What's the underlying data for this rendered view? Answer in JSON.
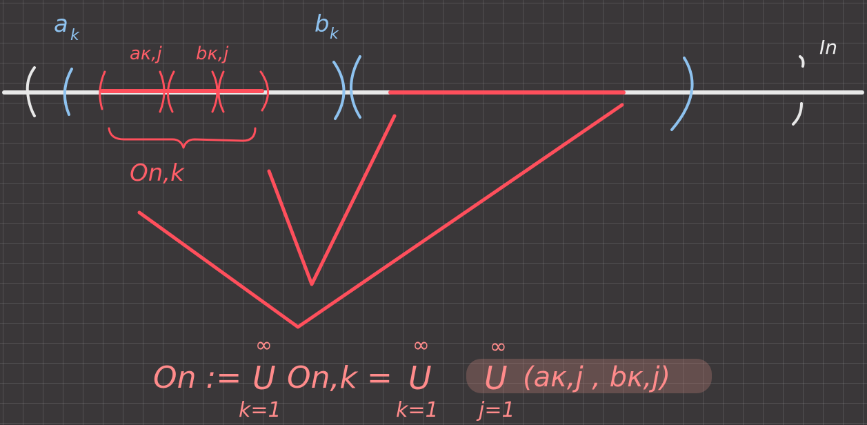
{
  "labels": {
    "a_k": "a",
    "a_k_sub": "k",
    "b_k": "b",
    "b_k_sub": "k",
    "I_n": "In",
    "a_kj": "aκ,j",
    "b_kj": "bκ,j",
    "O_nk": "On,k"
  },
  "formula": {
    "lhs": "On :=",
    "union1_top": "∞",
    "union1_symbol": "U",
    "union1_bottom": "k=1",
    "mid": "On,k =",
    "union2_top": "∞",
    "union2_symbol": "U",
    "union2_bottom": "k=1",
    "union3_top": "∞",
    "union3_symbol": "U",
    "union3_bottom": "j=1",
    "interval": "(aκ,j , bκ,j)"
  },
  "colors": {
    "background": "#3a3739",
    "grid": "#5a5759",
    "axis": "#e8e8e8",
    "red": "#ff4f5c",
    "blue": "#8ec2ef",
    "pink": "#ff8b8b"
  }
}
